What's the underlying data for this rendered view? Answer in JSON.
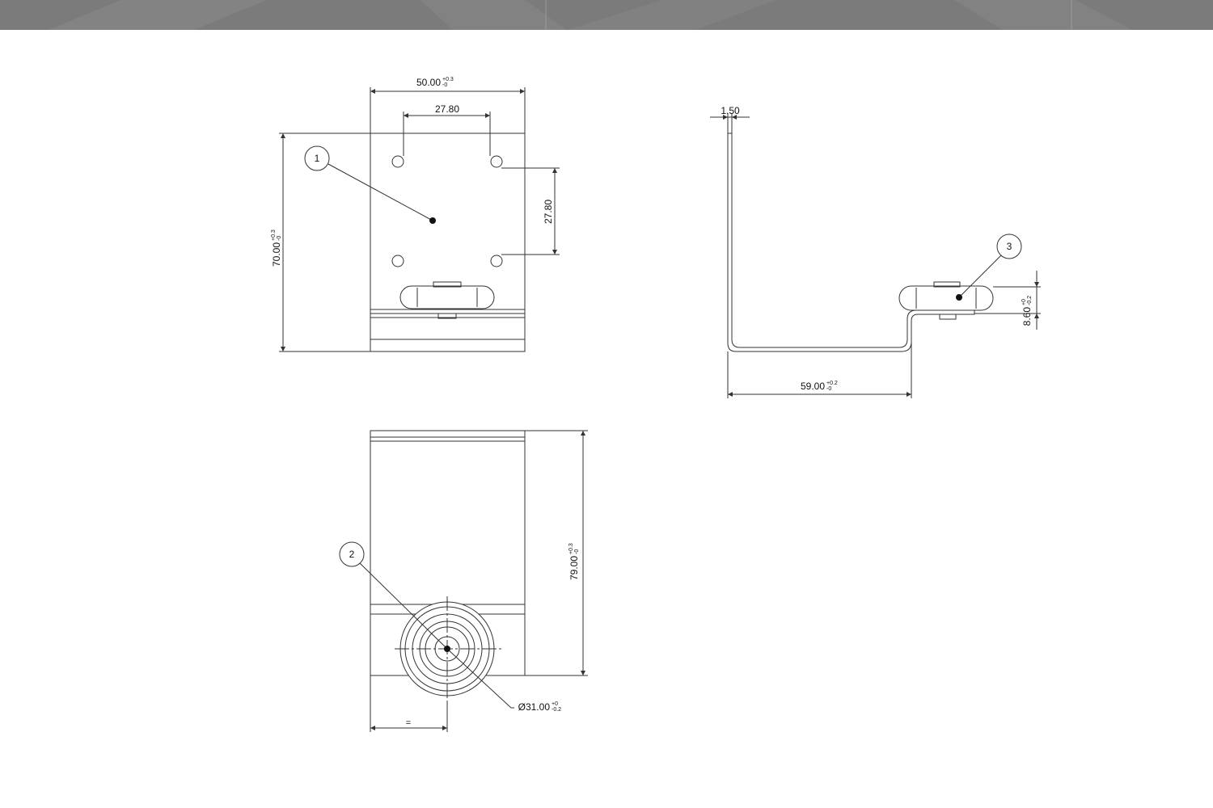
{
  "header": {
    "band_color": "#7b7b7b",
    "facet_color": "#8c8c8c"
  },
  "drawing": {
    "line_color": "#333333",
    "front_view": {
      "width_dim": {
        "value": "50.00",
        "tol_upper": "+0.3",
        "tol_lower": "-0"
      },
      "hole_h_dim": {
        "value": "27.80"
      },
      "hole_v_dim": {
        "value": "27.80"
      },
      "height_dim": {
        "value": "70.00",
        "tol_upper": "+0.3",
        "tol_lower": "-0"
      },
      "balloon": "1"
    },
    "side_view": {
      "thickness_dim": {
        "value": "1.50"
      },
      "length_dim": {
        "value": "59.00",
        "tol_upper": "+0.2",
        "tol_lower": "-0"
      },
      "offset_dim": {
        "value": "8.60",
        "tol_upper": "+0",
        "tol_lower": "-0.2"
      },
      "balloon": "3"
    },
    "bottom_view": {
      "height_dim": {
        "value": "79.00",
        "tol_upper": "+0.3",
        "tol_lower": "-0"
      },
      "diameter_dim": {
        "value": "Ø31.00",
        "tol_upper": "+0",
        "tol_lower": "-0.2"
      },
      "equal_mark": "=",
      "balloon": "2"
    }
  }
}
